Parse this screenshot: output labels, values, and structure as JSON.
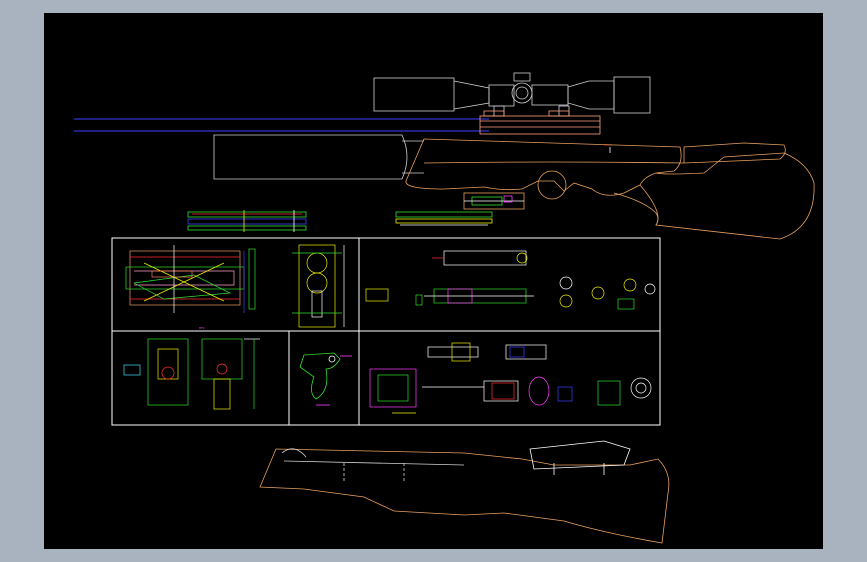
{
  "viewport": {
    "background": "#a9b3c0",
    "model_space_color": "#000000"
  },
  "colors": {
    "frame": "#ffffff",
    "outline": "#e8a060",
    "scope": "#d0d0d0",
    "blue_line": "#3f3fff",
    "green": "#30e030",
    "yellow": "#f0f000",
    "red": "#ff3030",
    "magenta": "#ff40ff",
    "cyan": "#40e0ff",
    "pink": "#ff9fcf",
    "salmon": "#ff7f50"
  },
  "drawing": {
    "panels": [
      {
        "name": "barrel-section-panel",
        "caption": "ПНІ"
      },
      {
        "name": "valve-parts-panel",
        "caption": ""
      },
      {
        "name": "breech-parts-panel",
        "caption": ""
      },
      {
        "name": "trigger-panel",
        "caption": ""
      },
      {
        "name": "bolt-parts-panel",
        "caption": ""
      }
    ],
    "views": [
      {
        "name": "rifle-assembly-view",
        "icon": "rifle-side-view-icon"
      },
      {
        "name": "stock-view",
        "icon": "stock-side-view-icon"
      }
    ]
  }
}
